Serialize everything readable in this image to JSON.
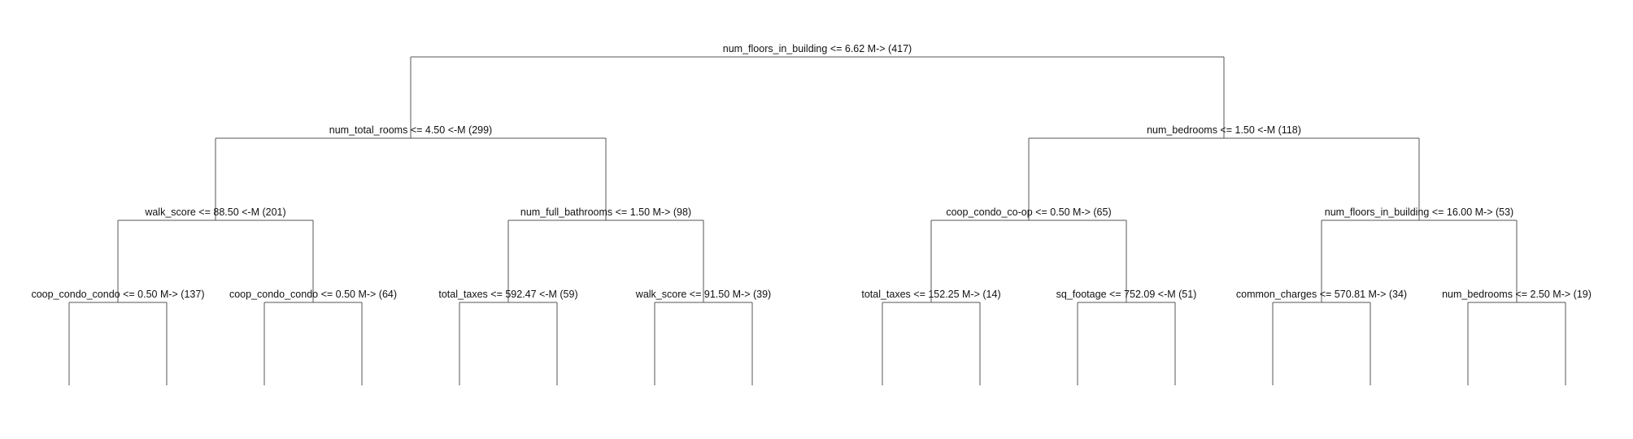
{
  "tree": {
    "label": "num_floors_in_building <= 6.62 M-> (417)",
    "children": [
      {
        "label": "num_total_rooms <= 4.50 <-M (299)",
        "children": [
          {
            "label": "walk_score <= 88.50 <-M (201)",
            "children": [
              {
                "label": "coop_condo_condo <= 0.50 M-> (137)",
                "children": []
              },
              {
                "label": "coop_condo_condo <= 0.50 M-> (64)",
                "children": []
              }
            ]
          },
          {
            "label": "num_full_bathrooms <= 1.50 M-> (98)",
            "children": [
              {
                "label": "total_taxes <= 592.47 <-M (59)",
                "children": []
              },
              {
                "label": "walk_score <= 91.50 M-> (39)",
                "children": []
              }
            ]
          }
        ]
      },
      {
        "label": "num_bedrooms <= 1.50 <-M (118)",
        "children": [
          {
            "label": "coop_condo_co-op <= 0.50 M-> (65)",
            "children": [
              {
                "label": "total_taxes <= 152.25 M-> (14)",
                "children": []
              },
              {
                "label": "sq_footage <= 752.09 <-M (51)",
                "children": []
              }
            ]
          },
          {
            "label": "num_floors_in_building <= 16.00 M-> (53)",
            "children": [
              {
                "label": "common_charges <= 570.81 M-> (34)",
                "children": []
              },
              {
                "label": "num_bedrooms <= 2.50 M-> (19)",
                "children": []
              }
            ]
          }
        ]
      }
    ]
  }
}
